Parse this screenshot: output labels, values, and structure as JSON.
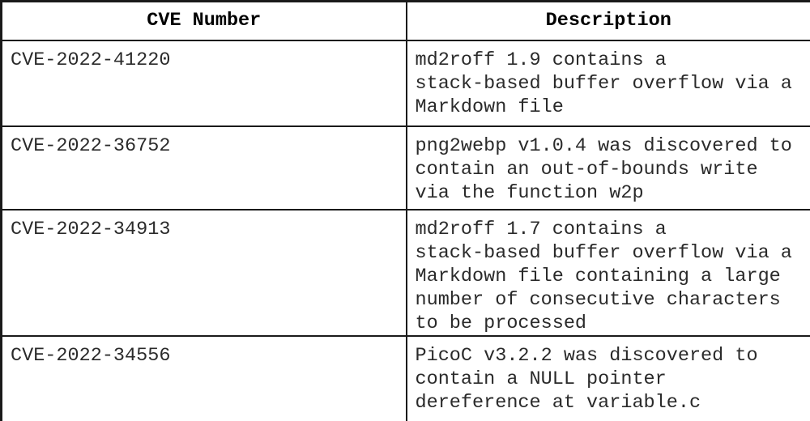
{
  "table": {
    "title": "CVE vulnerability table",
    "colors": {
      "border": "#1a1a1a",
      "header_text": "#000000",
      "body_text": "#2a2a2a",
      "background": "#ffffff"
    },
    "columns": [
      {
        "label": "CVE Number"
      },
      {
        "label": "Description"
      }
    ],
    "rows": [
      {
        "cve": "CVE-2022-41220",
        "description": "md2roff 1.9 contains a\nstack-based buffer overflow via a\nMarkdown file"
      },
      {
        "cve": "CVE-2022-36752",
        "description": "png2webp v1.0.4 was discovered to\ncontain an out-of-bounds write\nvia the function w2p"
      },
      {
        "cve": "CVE-2022-34913",
        "description": "md2roff 1.7 contains a\nstack-based buffer overflow via a\nMarkdown file containing a large\nnumber of consecutive characters\nto be processed"
      },
      {
        "cve": "CVE-2022-34556",
        "description": "PicoC v3.2.2 was discovered to\ncontain a NULL pointer\ndereference at variable.c"
      }
    ]
  }
}
